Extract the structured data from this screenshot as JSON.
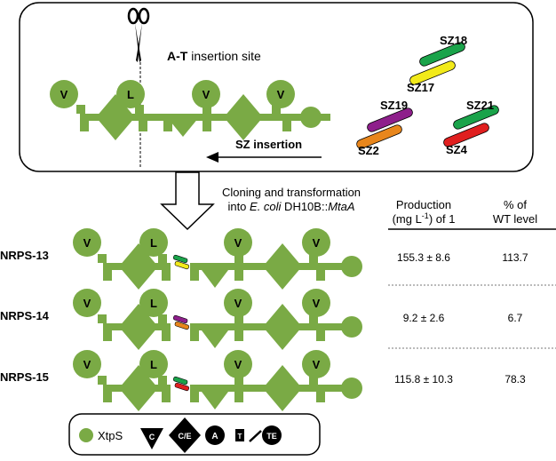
{
  "top_panel": {
    "insertion_site_bold": "A-T",
    "insertion_site_rest": " insertion site",
    "sz_insertion": "SZ insertion",
    "module_letters": [
      "V",
      "L",
      "V",
      "V"
    ]
  },
  "linkers": [
    {
      "label": "SZ18",
      "color": "#1aa34a"
    },
    {
      "label": "SZ17",
      "color": "#f2ea1a"
    },
    {
      "label": "SZ19",
      "color": "#8e1f8b"
    },
    {
      "label": "SZ2",
      "color": "#e8861c"
    },
    {
      "label": "SZ21",
      "color": "#1aa34a"
    },
    {
      "label": "SZ4",
      "color": "#e01f1f"
    }
  ],
  "process": {
    "line1": "Cloning and transformation",
    "line2_prefix": "into ",
    "line2_italic": "E. coli",
    "line2_mid": " DH10B::",
    "line2_italic2": "MtaA"
  },
  "table": {
    "col1_header_line1": "Production",
    "col1_header_line2": "(mg L",
    "col1_header_sup": "-1",
    "col1_header_end": ") of 1",
    "col2_header_line1": "% of",
    "col2_header_line2": "WT level",
    "rows": [
      {
        "name": "NRPS-13",
        "production": "155.3 ± 8.6",
        "percent": "113.7",
        "linker_colors": [
          "#1aa34a",
          "#f2ea1a"
        ]
      },
      {
        "name": "NRPS-14",
        "production": "9.2 ± 2.6",
        "percent": "6.7",
        "linker_colors": [
          "#8e1f8b",
          "#e8861c"
        ]
      },
      {
        "name": "NRPS-15",
        "production": "115.8 ± 10.3",
        "percent": "78.3",
        "linker_colors": [
          "#1aa34a",
          "#e01f1f"
        ]
      }
    ]
  },
  "legend": {
    "xtps_label": "XtpS",
    "c_label": "C",
    "ce_label": "C/E",
    "a_label": "A",
    "t_label": "T",
    "te_label": "TE"
  },
  "colors": {
    "domain_green": "#7aaa45"
  }
}
